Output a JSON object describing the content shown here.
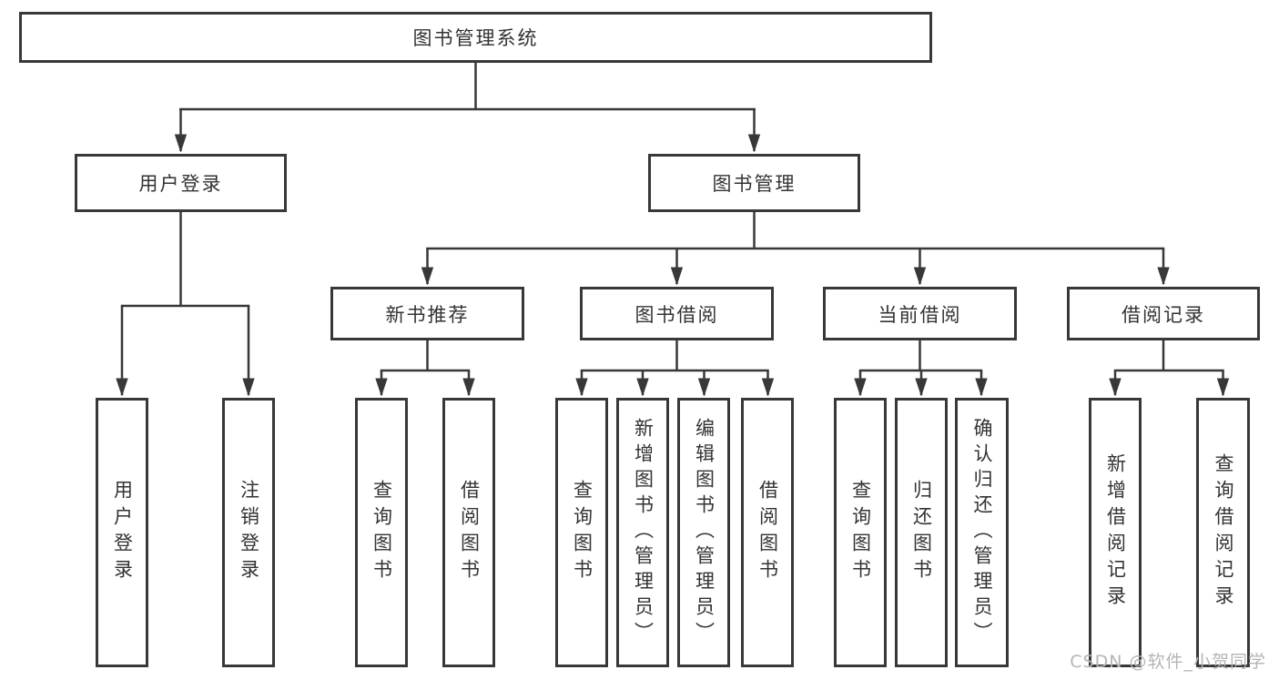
{
  "diagram": {
    "colors": {
      "line": "#383838",
      "box_border": "#383838",
      "text": "#333333",
      "background": "#ffffff",
      "watermark": "#b5b5b5"
    },
    "tree": {
      "label": "图书管理系统",
      "children": [
        {
          "label": "用户登录",
          "children": [
            {
              "label": "用户登录"
            },
            {
              "label": "注销登录"
            }
          ]
        },
        {
          "label": "图书管理",
          "children": [
            {
              "label": "新书推荐",
              "children": [
                {
                  "label": "查询图书"
                },
                {
                  "label": "借阅图书"
                }
              ]
            },
            {
              "label": "图书借阅",
              "children": [
                {
                  "label": "查询图书"
                },
                {
                  "label": "新增图书（管理员）"
                },
                {
                  "label": "编辑图书（管理员）"
                },
                {
                  "label": "借阅图书"
                }
              ]
            },
            {
              "label": "当前借阅",
              "children": [
                {
                  "label": "查询图书"
                },
                {
                  "label": "归还图书"
                },
                {
                  "label": "确认归还（管理员）"
                }
              ]
            },
            {
              "label": "借阅记录",
              "children": [
                {
                  "label": "新增借阅记录"
                },
                {
                  "label": "查询借阅记录"
                }
              ]
            }
          ]
        }
      ]
    },
    "watermark": {
      "text": "CSDN @软件_小贺同学"
    }
  }
}
